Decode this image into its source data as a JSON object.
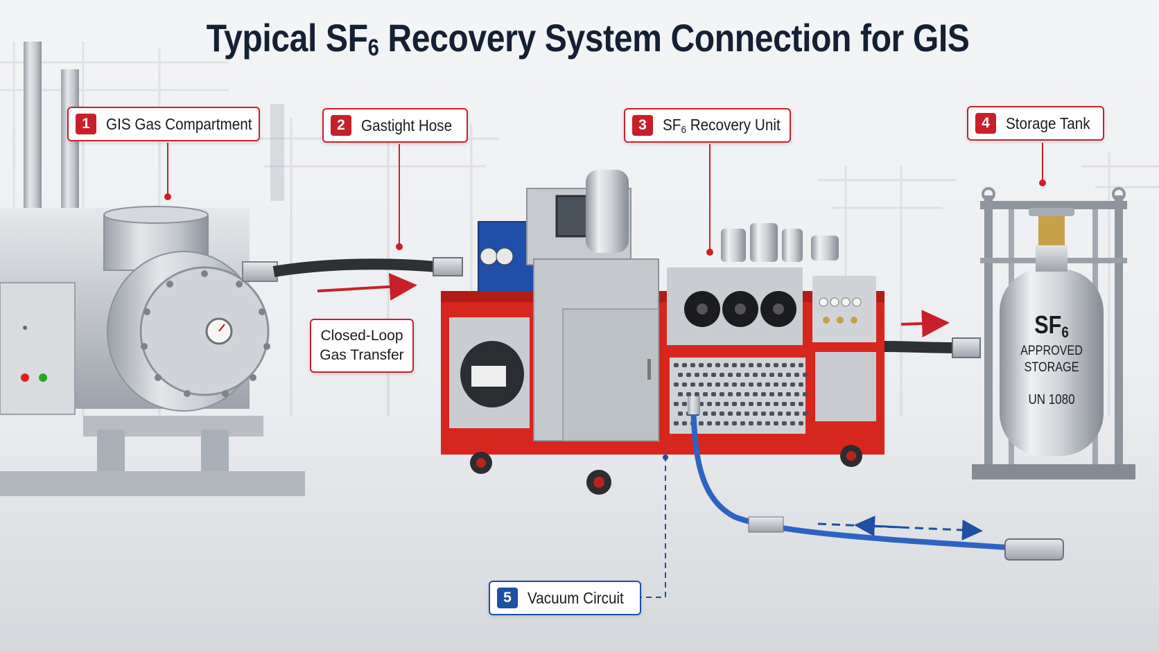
{
  "title": {
    "main": "Typical SF",
    "sub": "6",
    "rest": " Recovery System Connection for GIS"
  },
  "callouts": [
    {
      "number": "1",
      "label": "GIS Gas Compartment"
    },
    {
      "number": "2",
      "label": "Gastight Hose"
    },
    {
      "number": "3",
      "label": "SF",
      "label_sub": "6",
      "label_rest": " Recovery Unit"
    },
    {
      "number": "4",
      "label": "Storage Tank"
    },
    {
      "number": "5",
      "label": "Vacuum Circuit"
    }
  ],
  "note": {
    "line1": "Closed-Loop",
    "line2": "Gas Transfer"
  },
  "tank_label": {
    "gas": "SF",
    "gas_sub": "6",
    "line1": "APPROVED",
    "line2": "STORAGE",
    "un": "UN 1080"
  },
  "colors": {
    "accent_red": "#c8202a",
    "vacuum_blue": "#1d4fa3",
    "unit_frame": "#d7261e",
    "steel": "#b9bec5"
  }
}
